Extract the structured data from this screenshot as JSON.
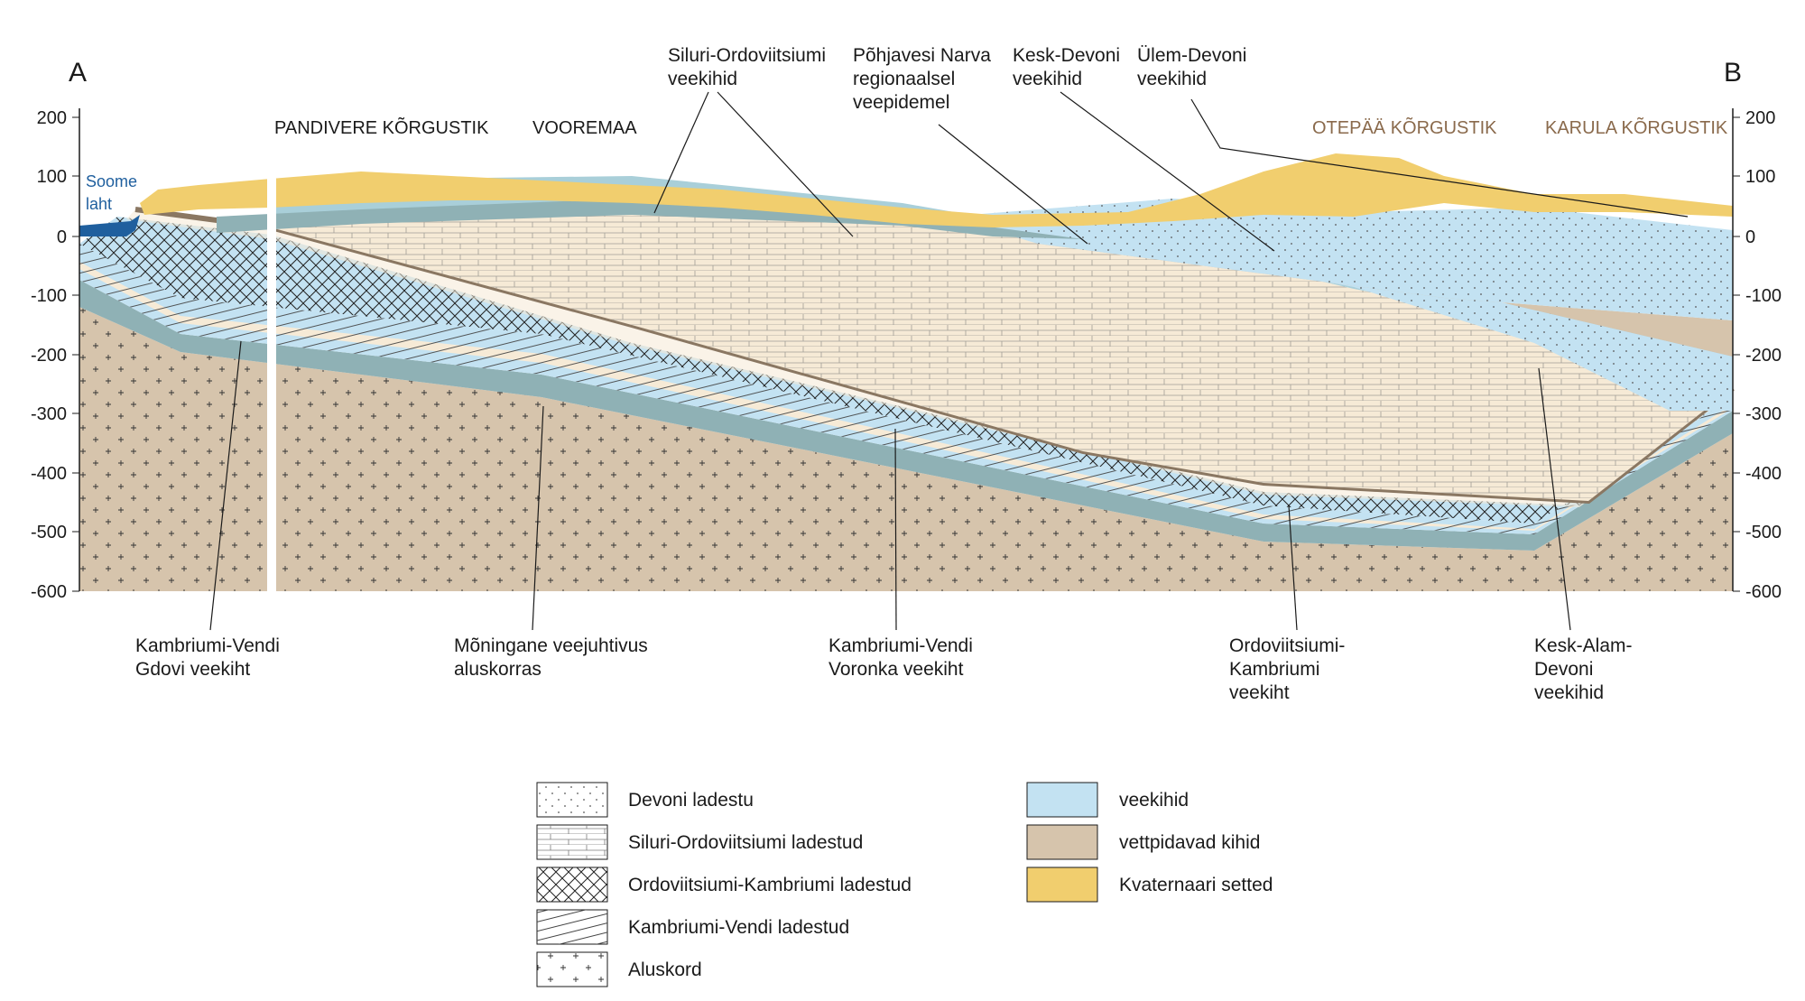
{
  "section": {
    "end_left": "A",
    "end_right": "B",
    "y_ticks": [
      "200",
      "100",
      "0",
      "-100",
      "-200",
      "-300",
      "-400",
      "-500",
      "-600"
    ]
  },
  "places": {
    "sea": [
      "Soome",
      "laht"
    ],
    "pandivere": "PANDIVERE KÕRGUSTIK",
    "vooremaa": "VOOREMAA",
    "otepaa": "OTEPÄÄ KÕRGUSTIK",
    "karula": "KARULA KÕRGUSTIK"
  },
  "top_labels": {
    "silur_ordo": [
      "Siluri-Ordoviitsiumi",
      "veekihid"
    ],
    "narva": [
      "Põhjavesi Narva",
      "regionaalsel",
      "veepidemel"
    ],
    "kesk_devon": [
      "Kesk-Devoni",
      "veekihid"
    ],
    "ulem_devon": [
      "Ülem-Devoni",
      "veekihid"
    ]
  },
  "bottom_labels": {
    "gdov": [
      "Kambriumi-Vendi",
      "Gdovi veekiht"
    ],
    "basement": [
      "Mõningane veejuhtivus",
      "aluskorras"
    ],
    "voronka": [
      "Kambriumi-Vendi",
      "Voronka veekiht"
    ],
    "ordo_kamb": [
      "Ordoviitsiumi-",
      "Kambriumi",
      "veekiht"
    ],
    "kesk_alam": [
      "Kesk-Alam-",
      "Devoni",
      "veekihid"
    ]
  },
  "legend": {
    "items_left": [
      {
        "label": "Devoni ladestu",
        "pattern": "dots"
      },
      {
        "label": "Siluri-Ordoviitsiumi ladestud",
        "pattern": "bricks"
      },
      {
        "label": "Ordoviitsiumi-Kambriumi ladestud",
        "pattern": "crosshatch"
      },
      {
        "label": "Kambriumi-Vendi ladestud",
        "pattern": "diagonal"
      },
      {
        "label": "Aluskord",
        "pattern": "crosses"
      }
    ],
    "items_right": [
      {
        "label": "veekihid",
        "color": "#c3e2f2"
      },
      {
        "label": "vettpidavad kihid",
        "color": "#d6c4ac"
      },
      {
        "label": "Kvaternaari setted",
        "color": "#f1ce6e"
      }
    ]
  },
  "colors": {
    "aquifer": "#c3e2f2",
    "aquitard": "#d6c4ac",
    "quaternary": "#f1ce6e",
    "cream": "#f6ead6",
    "teal": "#8fb1b5",
    "sea": "#1f5f9e",
    "brown_line": "#8a7762",
    "region_text": "#8a6a4c"
  }
}
